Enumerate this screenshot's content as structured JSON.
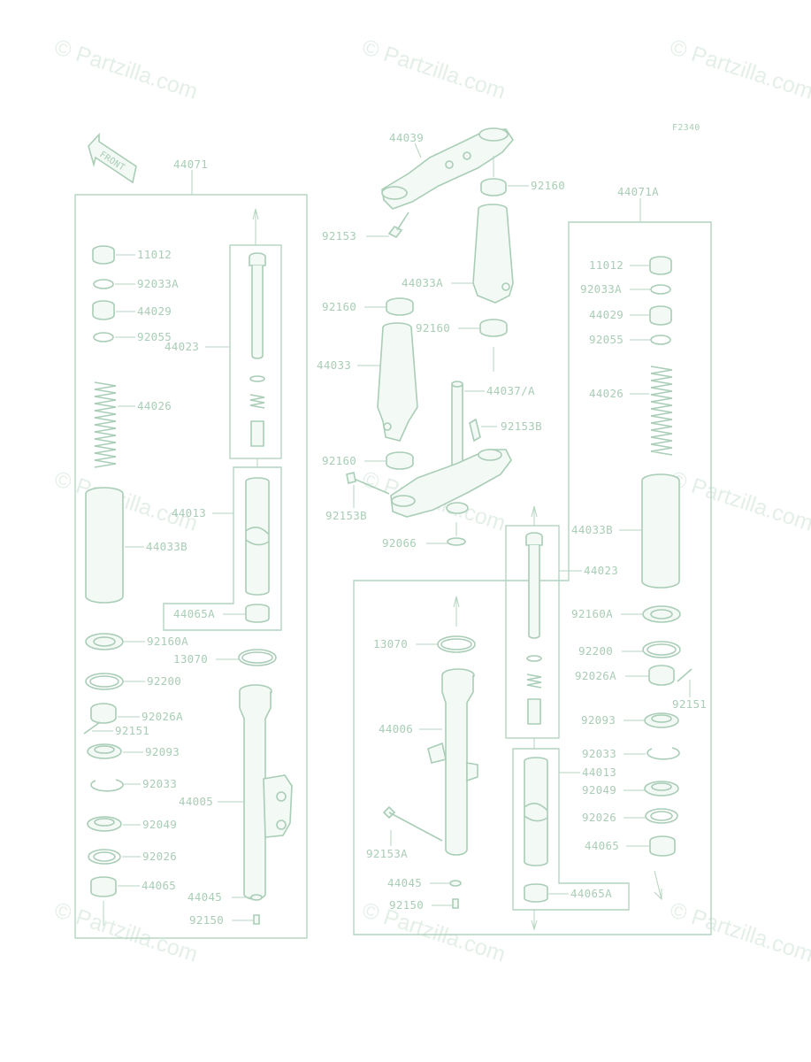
{
  "watermark": "© Partzilla.com",
  "figure_code": "F2340",
  "front_label": "FRONT",
  "labels": {
    "p44071": "44071",
    "p11012": "11012",
    "p92033A": "92033A",
    "p44029": "44029",
    "p92055": "92055",
    "p44023": "44023",
    "p44026": "44026",
    "p44013": "44013",
    "p44033B": "44033B",
    "p44065A": "44065A",
    "p92160A": "92160A",
    "p13070": "13070",
    "p92200": "92200",
    "p92026A": "92026A",
    "p92151": "92151",
    "p92093": "92093",
    "p92033": "92033",
    "p44005": "44005",
    "p92049": "92049",
    "p92026": "92026",
    "p44065": "44065",
    "p44045": "44045",
    "p92150": "92150",
    "p44039": "44039",
    "p92160": "92160",
    "p92153": "92153",
    "p44033A": "44033A",
    "p44033": "44033",
    "p44037A": "44037/A",
    "p92153B": "92153B",
    "p92066": "92066",
    "p44006": "44006",
    "p92153A": "92153A",
    "p44071A": "44071A"
  }
}
